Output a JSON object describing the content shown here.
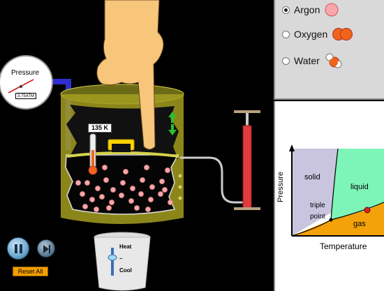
{
  "molecules": {
    "options": [
      {
        "label": "Argon",
        "selected": true,
        "icon": "argon-atom-icon",
        "color": "#f9a7ad"
      },
      {
        "label": "Oxygen",
        "selected": false,
        "icon": "oxygen-molecule-icon",
        "color": "#f26419"
      },
      {
        "label": "Water",
        "selected": false,
        "icon": "water-molecule-icon",
        "color": "#f26419"
      }
    ]
  },
  "gauge": {
    "label": "Pressure",
    "readout": "3.75ATM"
  },
  "thermometer": {
    "readout": "135 K"
  },
  "heater": {
    "heat_label": "Heat",
    "cool_label": "Cool",
    "separator": "–"
  },
  "controls": {
    "reset_label": "Reset All",
    "pause_icon": "pause-icon",
    "step_icon": "step-icon"
  },
  "phase_diagram": {
    "regions": {
      "solid": "solid",
      "liquid": "liquid",
      "gas": "gas"
    },
    "triple_point_label": [
      "triple",
      "point"
    ],
    "y_axis_label": "Pressure",
    "x_axis_label": "Temperature",
    "colors": {
      "solid": "#c9c5df",
      "liquid": "#7ef5b8",
      "gas": "#f4a20a"
    }
  },
  "colors": {
    "background": "#000000",
    "container": "#b8b221",
    "particles": "#f9a7ad",
    "thermometer_bulb": "#f26419",
    "pump": "#e23b3b",
    "state_marker": "#e02020"
  }
}
